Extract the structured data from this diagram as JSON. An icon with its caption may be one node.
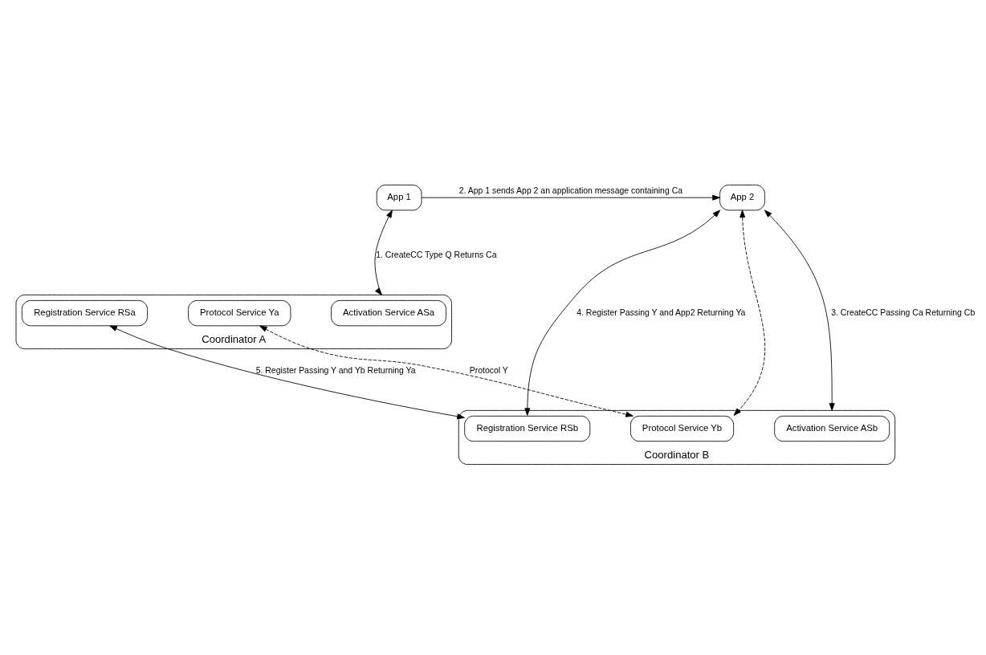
{
  "diagram": {
    "nodes": [
      {
        "text": [
          "App 1"
        ]
      },
      {
        "text": [
          "App 2"
        ]
      },
      {
        "text": [
          "Coordinator A"
        ]
      },
      {
        "text": [
          "Activation Service ASa"
        ],
        "in": 2
      },
      {
        "text": [
          "Registration Service RSa"
        ],
        "in": 2
      },
      {
        "text": [
          "Protocol Service Ya"
        ],
        "in": 2
      },
      {
        "text": [
          "Coordinator B"
        ]
      },
      {
        "text": [
          "Registration Service RSb"
        ],
        "in": 6
      },
      {
        "text": [
          "Activation Service ASb"
        ],
        "in": 6
      },
      {
        "text": [
          "Protocol Service Yb"
        ],
        "in": 6
      }
    ],
    "edges": [
      {
        "from": 0,
        "to": 1,
        "arrow": "to",
        "label": "2. App 1 sends App 2 an application message containing Ca"
      },
      {
        "from": 0,
        "to": 2,
        "arrow": "both",
        "label": "1. CreateCC Type Q Returns Ca"
      },
      {
        "from": 1,
        "to": 6,
        "arrow": "both",
        "label": "3. CreateCC Passing Ca Returning Cb"
      },
      {
        "from": 1,
        "to": 7,
        "arrow": "both",
        "label": "4. Register Passing Y and App2 Returning Ya"
      },
      {
        "from": 4,
        "to": 7,
        "arrow": "both",
        "label": "5. Register Passing Y and Yb Returning Ya"
      },
      {
        "from": 5,
        "to": 9,
        "arrow": "both",
        "label": "Protocol Y",
        "style": "dashed"
      },
      {
        "from": 1,
        "to": 9,
        "arrow": "both",
        "style": "dashed"
      }
    ]
  }
}
